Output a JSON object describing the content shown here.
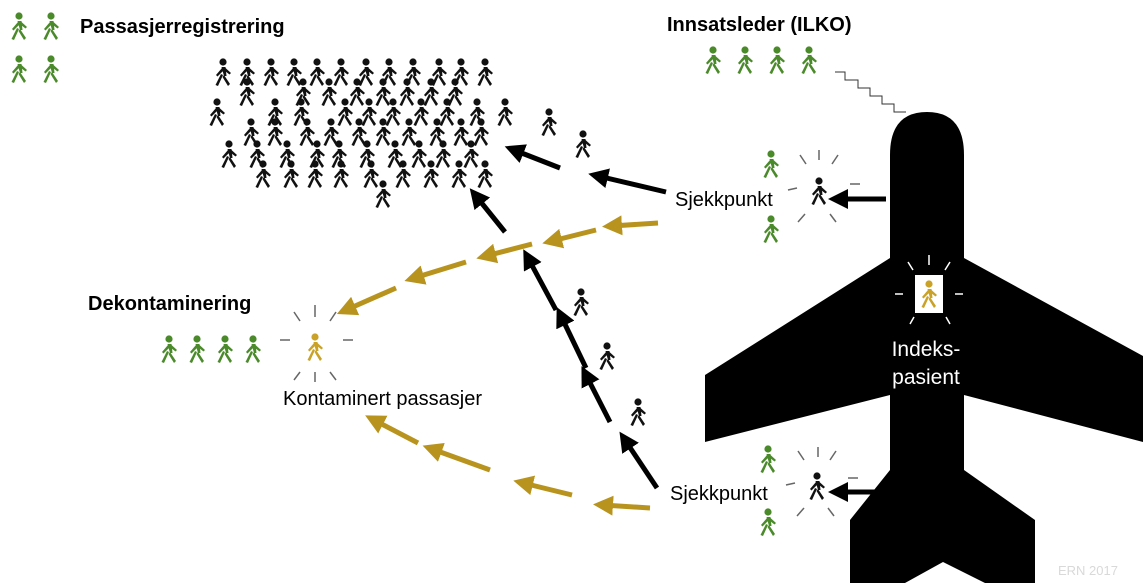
{
  "labels": {
    "passenger_registration": "Passasjerregistrering",
    "incident_commander": "Innsatsleder (ILKO)",
    "checkpoint_upper": "Sjekkpunkt",
    "checkpoint_lower": "Sjekkpunkt",
    "decontamination": "Dekontaminering",
    "contaminated_passenger": "Kontaminert passasjer",
    "index_patient_line1": "Indeks-",
    "index_patient_line2": "pasient",
    "watermark": "ERN 2017"
  },
  "colors": {
    "staff": "#4a8a2a",
    "passenger": "#111111",
    "contaminated": "#c9a227",
    "clean_route": "#000000",
    "contaminated_route": "#b8941f",
    "aircraft": "#000000",
    "watermark": "#d9d9d9"
  },
  "icons": {
    "staff": "walking-person-icon",
    "passenger": "walking-person-icon",
    "aircraft": "airplane-icon",
    "arrow": "arrow-icon"
  },
  "groups": {
    "registration_staff_count": 4,
    "incident_commander_staff_count": 4,
    "decontamination_staff_count": 4,
    "checkpoint_upper_staff_count": 2,
    "checkpoint_lower_staff_count": 2,
    "registration_crowd_count": 60
  }
}
